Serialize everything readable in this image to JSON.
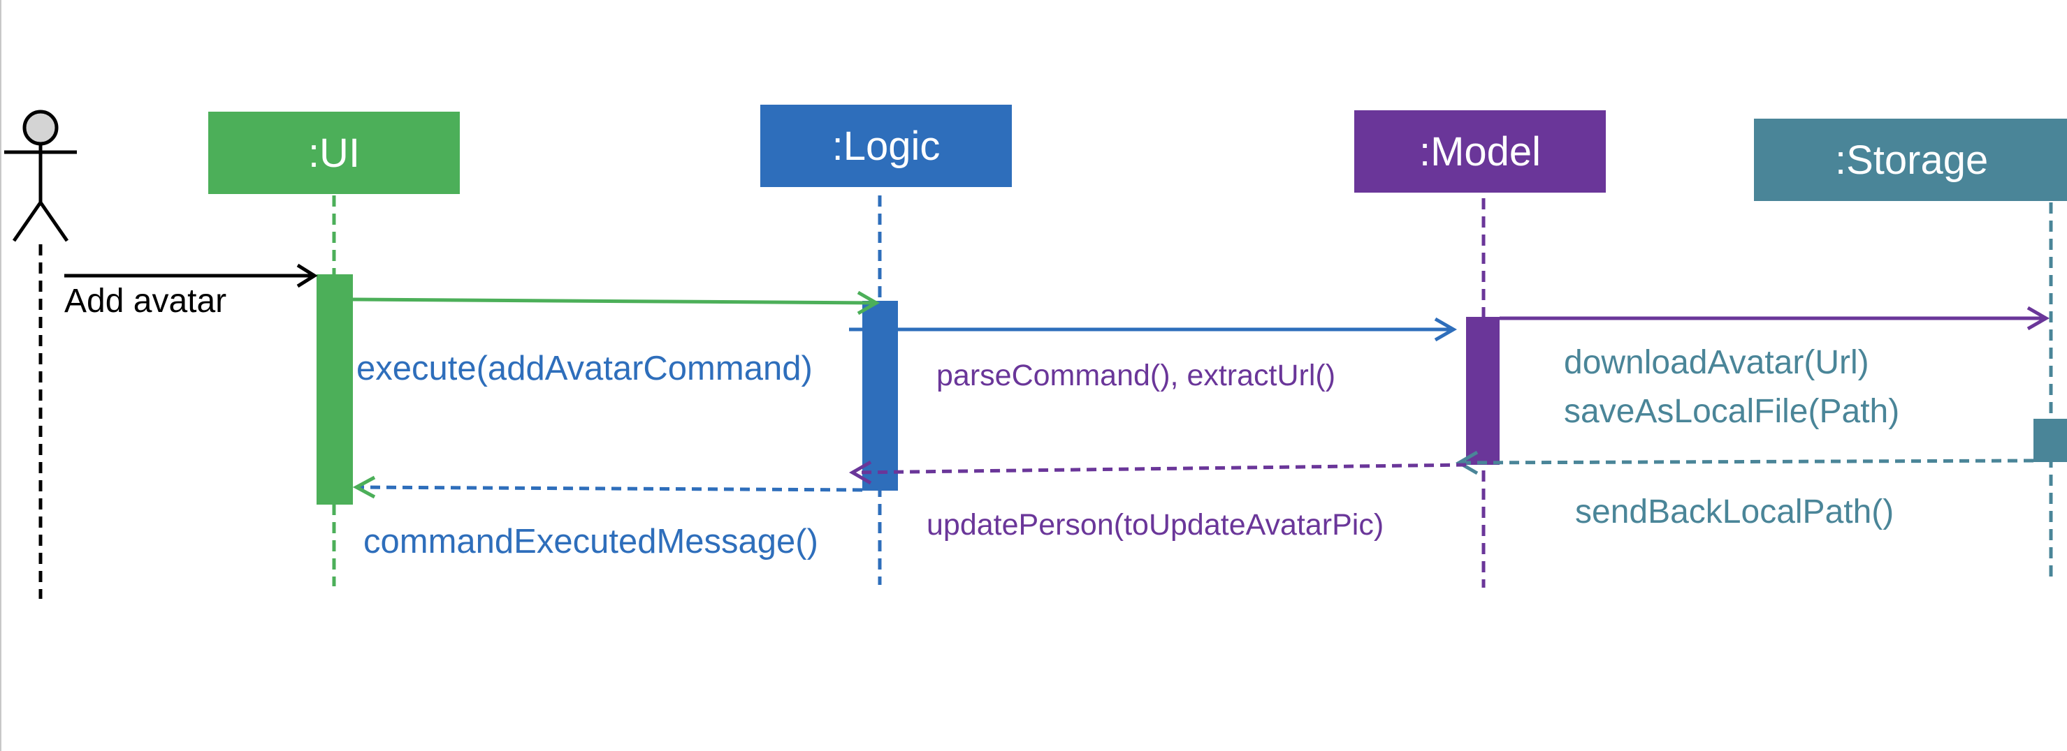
{
  "actor": {
    "label": "Add avatar"
  },
  "lifelines": {
    "ui": {
      "label": ":UI",
      "color": "#4CAF59"
    },
    "logic": {
      "label": ":Logic",
      "color": "#2E6EBB"
    },
    "model": {
      "label": ":Model",
      "color": "#6A3699"
    },
    "storage": {
      "label": ":Storage",
      "color": "#4A8598"
    }
  },
  "messages": {
    "execute": {
      "label": "execute(addAvatarCommand)",
      "color": "#2E6EBB"
    },
    "parse": {
      "label": "parseCommand(), extractUrl()",
      "color": "#6A3699"
    },
    "download": {
      "label": "downloadAvatar(Url)",
      "color": "#4A8598"
    },
    "save": {
      "label": "saveAsLocalFile(Path)",
      "color": "#4A8598"
    },
    "send_back": {
      "label": "sendBackLocalPath()",
      "color": "#4A8598"
    },
    "update_person": {
      "label": "updatePerson(toUpdateAvatarPic)",
      "color": "#6A3699"
    },
    "command_executed": {
      "label": "commandExecutedMessage()",
      "color": "#2E6EBB"
    }
  }
}
